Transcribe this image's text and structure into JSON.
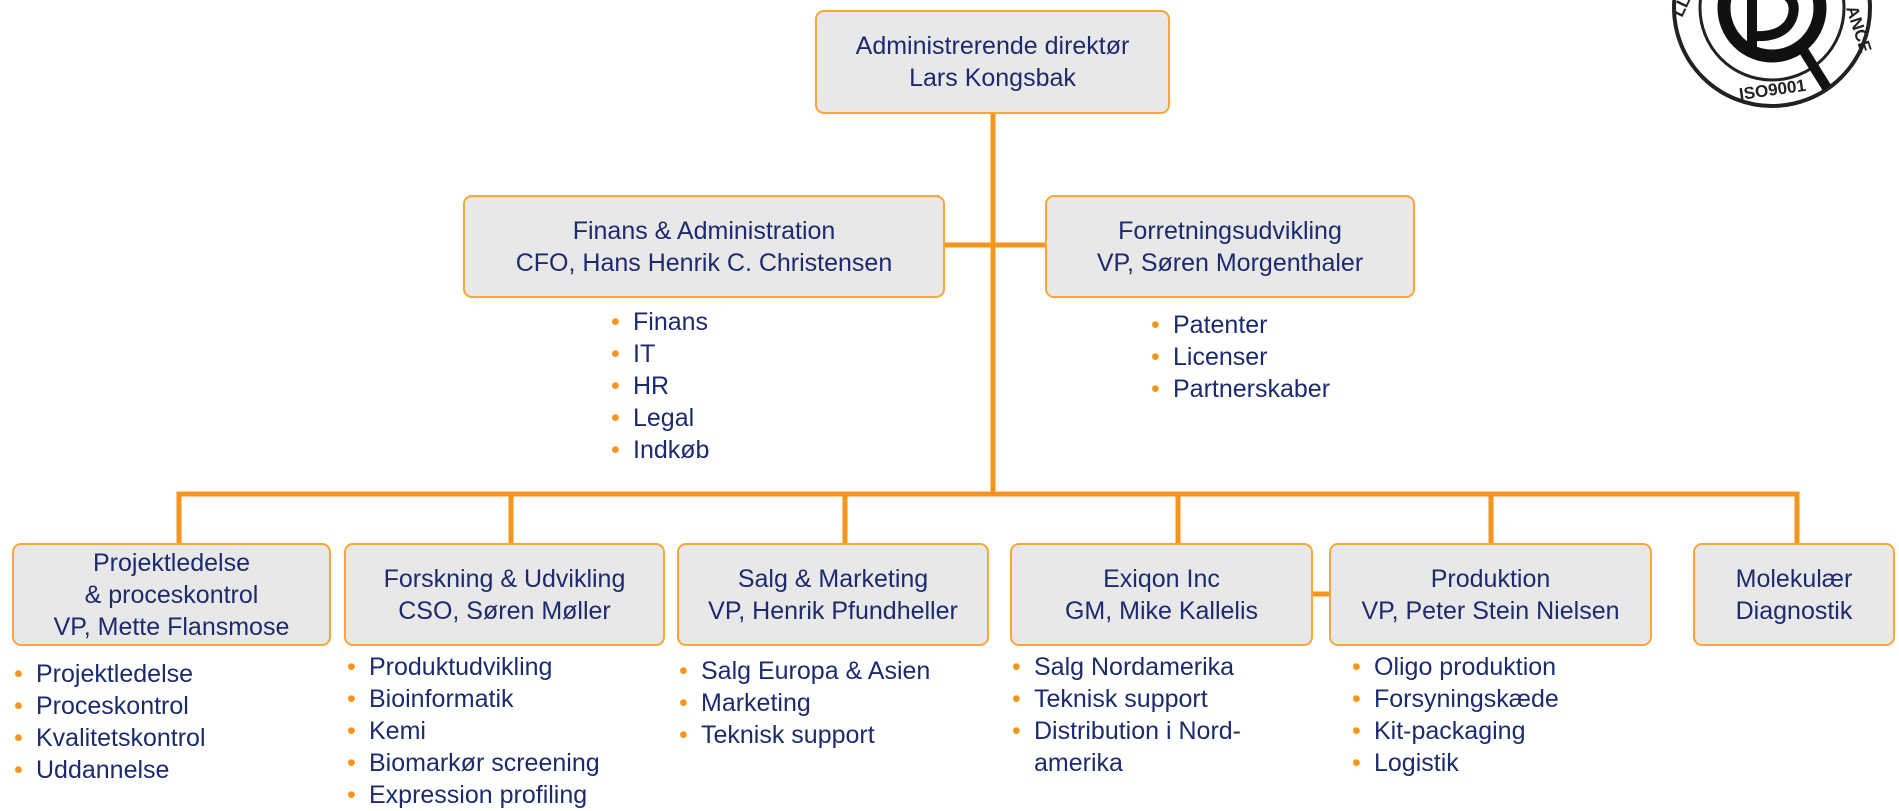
{
  "seal": {
    "text_top": "LLOYD'S",
    "text_right": "ANCE",
    "text_bottom": "ISO9001"
  },
  "ceo": {
    "title": "Administrerende direktør",
    "name": "Lars Kongsbak"
  },
  "finance": {
    "title": "Finans & Administration",
    "name": "CFO, Hans Henrik C. Christensen",
    "items": [
      "Finans",
      "IT",
      "HR",
      "Legal",
      "Indkøb"
    ]
  },
  "bizdev": {
    "title": "Forretningsudvikling",
    "name": "VP, Søren Morgenthaler",
    "items": [
      "Patenter",
      "Licenser",
      "Partnerskaber"
    ]
  },
  "departments": [
    {
      "lines": [
        "Projektledelse",
        "& proceskontrol",
        "VP, Mette Flansmose"
      ],
      "items": [
        "Projektledelse",
        "Proceskontrol",
        "Kvalitetskontrol",
        "Uddannelse"
      ]
    },
    {
      "lines": [
        "Forskning & Udvikling",
        "CSO, Søren Møller"
      ],
      "items": [
        "Produktudvikling",
        "Bioinformatik",
        "Kemi",
        "Biomarkør screening",
        "Expression profiling"
      ]
    },
    {
      "lines": [
        "Salg & Marketing",
        "VP, Henrik Pfundheller"
      ],
      "items": [
        "Salg Europa & Asien",
        "Marketing",
        "Teknisk support"
      ]
    },
    {
      "lines": [
        "Exiqon Inc",
        "GM, Mike Kallelis"
      ],
      "items": [
        "Salg Nordamerika",
        "Teknisk support",
        "Distribution i Nord-amerika"
      ]
    },
    {
      "lines": [
        "Produktion",
        "VP, Peter Stein Nielsen"
      ],
      "items": [
        "Oligo produktion",
        "Forsyningskæde",
        "Kit-packaging",
        "Logistik"
      ]
    },
    {
      "lines": [
        "Molekulær",
        "Diagnostik"
      ],
      "items": []
    }
  ],
  "colors": {
    "connector": "#f7941d",
    "box_border": "#f7a73a",
    "box_fill": "#e8e8e8",
    "text": "#1c2a6e"
  }
}
